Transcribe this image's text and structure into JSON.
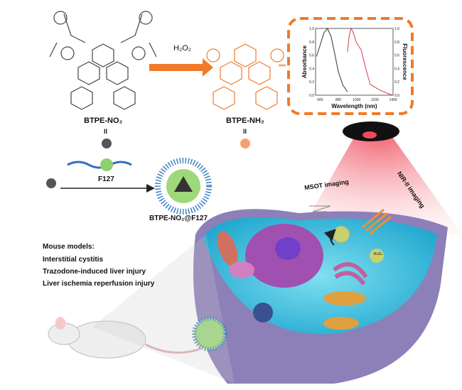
{
  "molecules": {
    "left_label": "BTPE-NO₂",
    "left_sub": "II",
    "right_label": "BTPE-NH₂",
    "right_sub": "II",
    "reagent": "H₂O₂"
  },
  "formulation": {
    "polymer": "F127",
    "product": "BTPE-NO₂@F127"
  },
  "imaging": {
    "msot": "MSOT imaging",
    "nir": "NIR-II imaging",
    "bubble": "H₂O₂"
  },
  "mouse_models": {
    "title": "Mouse models:",
    "items": [
      "Interstitial cystitis",
      "Trazodone-induced liver injury",
      "Liver ischemia reperfusion injury"
    ]
  },
  "colors": {
    "orange": "#f07a2a",
    "beam": "#f04a5a",
    "cell": "#3ec0e0",
    "membrane": "#7a6aa8"
  },
  "chart_data": {
    "type": "line",
    "xlabel": "Wavelength (nm)",
    "ylabel_left": "Absorbance",
    "ylabel_right": "Fluorescence",
    "xlim": [
      550,
      1400
    ],
    "ylim": [
      0,
      1.0
    ],
    "xticks": [
      "600",
      "800",
      "1000",
      "1200",
      "1400"
    ],
    "yticks": [
      "0.0",
      "0.2",
      "0.4",
      "0.6",
      "0.8",
      "1.0"
    ],
    "series": [
      {
        "name": "Absorbance",
        "color": "#333333",
        "x": [
          560,
          600,
          640,
          680,
          720,
          760,
          800,
          850,
          900
        ],
        "y": [
          0.58,
          0.75,
          0.93,
          1.0,
          0.88,
          0.62,
          0.35,
          0.15,
          0.05
        ]
      },
      {
        "name": "Fluorescence",
        "color": "#d83a4a",
        "x": [
          900,
          920,
          940,
          960,
          1000,
          1050,
          1100,
          1150,
          1250,
          1350,
          1400
        ],
        "y": [
          0.65,
          0.9,
          1.0,
          0.95,
          0.78,
          0.68,
          0.4,
          0.16,
          0.08,
          0.02,
          0.0
        ]
      }
    ]
  }
}
